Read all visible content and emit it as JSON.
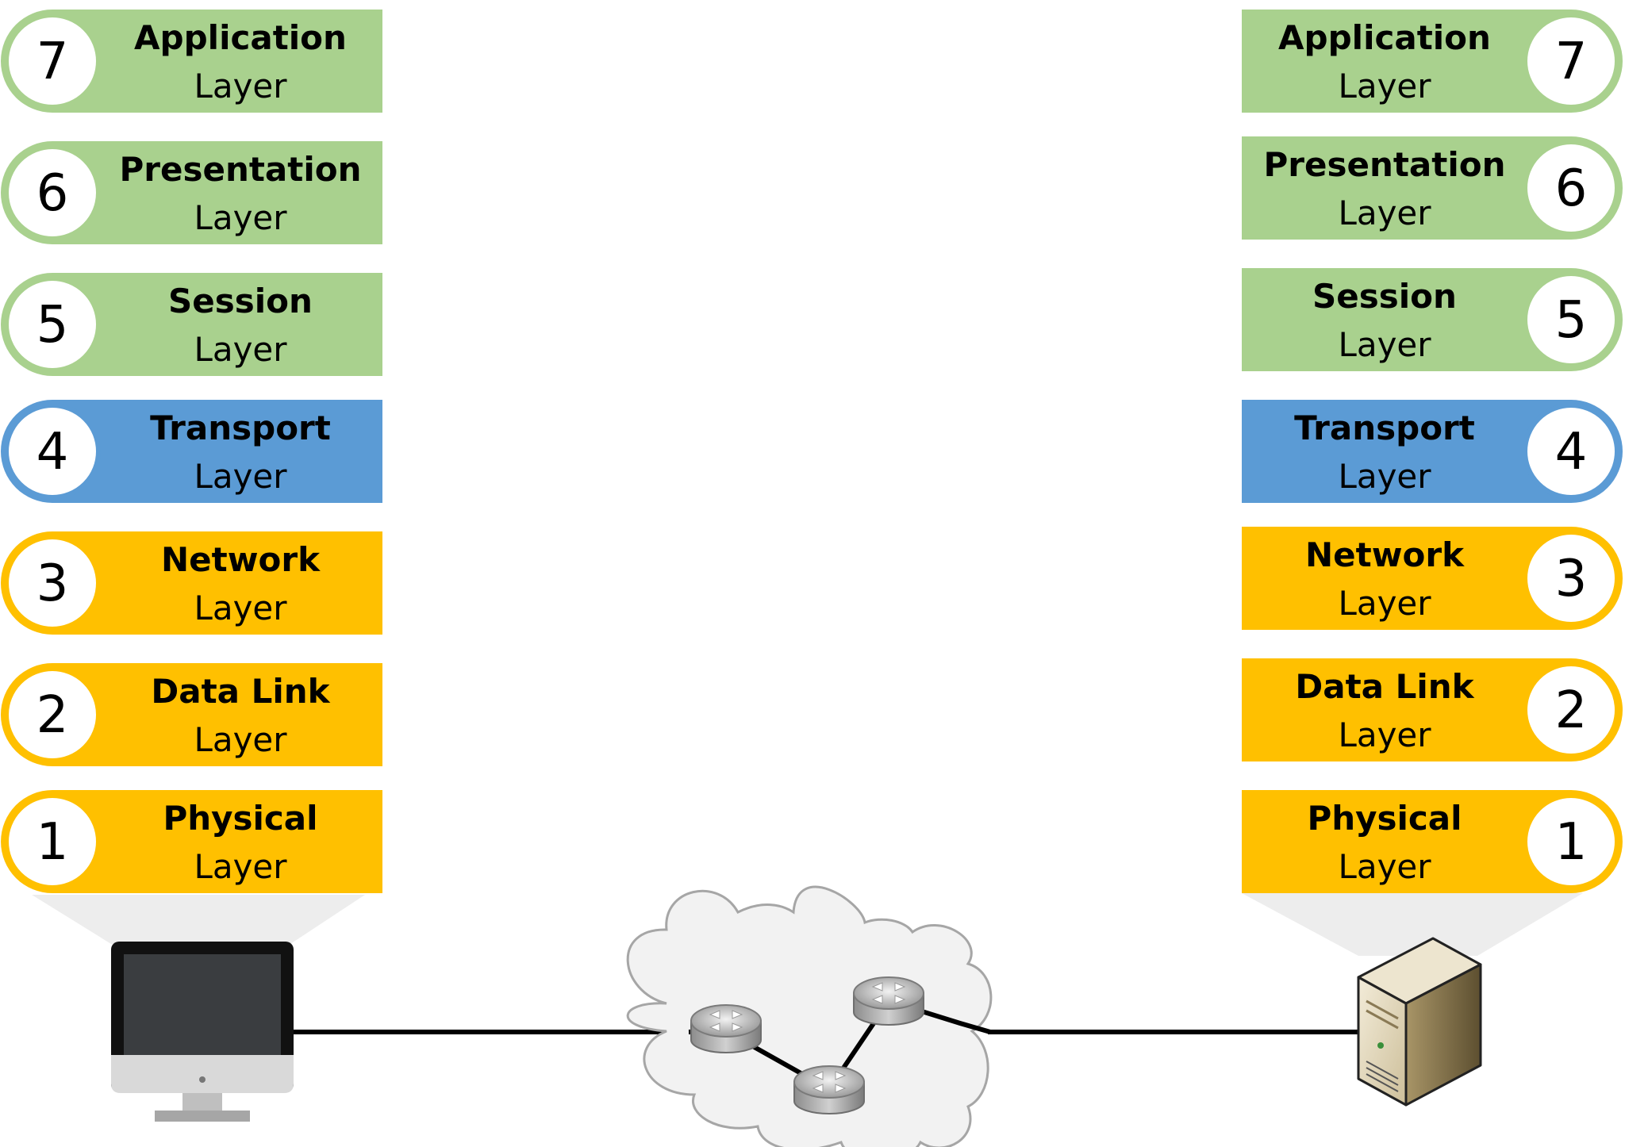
{
  "layers": [
    {
      "number": "7",
      "title": "Application",
      "subtitle": "Layer",
      "group": "upper"
    },
    {
      "number": "6",
      "title": "Presentation",
      "subtitle": "Layer",
      "group": "upper"
    },
    {
      "number": "5",
      "title": "Session",
      "subtitle": "Layer",
      "group": "upper"
    },
    {
      "number": "4",
      "title": "Transport",
      "subtitle": "Layer",
      "group": "transport"
    },
    {
      "number": "3",
      "title": "Network",
      "subtitle": "Layer",
      "group": "lower"
    },
    {
      "number": "2",
      "title": "Data Link",
      "subtitle": "Layer",
      "group": "lower"
    },
    {
      "number": "1",
      "title": "Physical",
      "subtitle": "Layer",
      "group": "lower"
    }
  ],
  "colors": {
    "upper": {
      "fill": "#a9d18e",
      "border": "#a9d18e"
    },
    "transport": {
      "fill": "#5b9bd5",
      "border": "#5b9bd5"
    },
    "lower": {
      "fill": "#ffc000",
      "border": "#ffc000"
    },
    "cloud": "#f2f2f2",
    "cloud_border": "#a6a6a6",
    "link": "#000000",
    "projection": "#ededed"
  },
  "devices": {
    "left": "monitor-icon",
    "middle": "network-cloud-with-routers",
    "right": "server-icon"
  }
}
